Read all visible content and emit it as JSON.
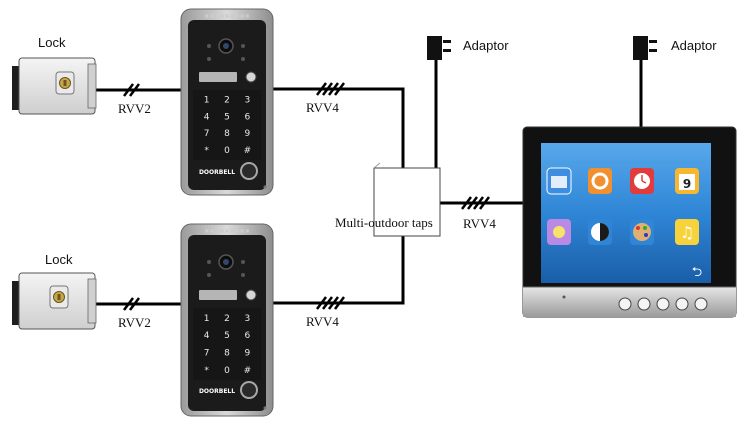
{
  "labels": {
    "lock_top": "Lock",
    "lock_bottom": "Lock",
    "adaptor_left": "Adaptor",
    "adaptor_right": "Adaptor",
    "cable_lock_top": "RVV2",
    "cable_lock_bottom": "RVV2",
    "cable_door_top": "RVV4",
    "cable_door_bottom": "RVV4",
    "cable_monitor": "RVV4",
    "taps_box": "Multi-outdoor taps"
  },
  "doorbell": {
    "brand": "DOORBELL",
    "keys": [
      "1",
      "2",
      "3",
      "4",
      "5",
      "6",
      "7",
      "8",
      "9",
      "*",
      "0",
      "#"
    ]
  },
  "monitor": {
    "calendar_day": "9"
  },
  "colors": {
    "wire": "#000000",
    "panel_silver": "#bcbcbc",
    "panel_black": "#1a1a1a",
    "screen_blue": "#2f86d6"
  }
}
